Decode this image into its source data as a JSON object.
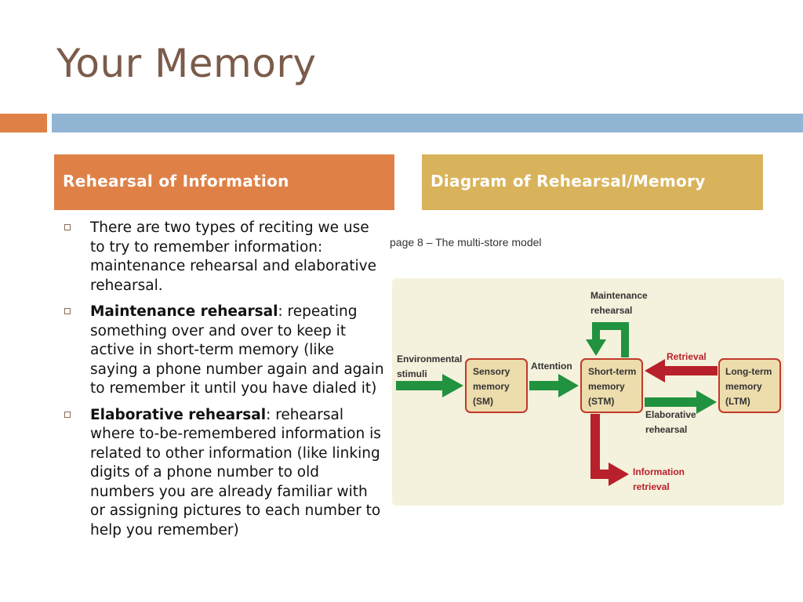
{
  "slide": {
    "title": "Your Memory"
  },
  "left_section": {
    "header": "Rehearsal of Information",
    "bullets": [
      {
        "term": "",
        "text": "There are two types of reciting we use to try to remember information: maintenance rehearsal and elaborative rehearsal."
      },
      {
        "term": "Maintenance rehearsal",
        "text": ":  repeating something over and over to keep it active in short-term  memory (like saying a phone number again and again to remember it until you have dialed it)"
      },
      {
        "term": "Elaborative rehearsal",
        "text": ": rehearsal where to-be-remembered information is related to other information (like linking digits of a phone number to old numbers you are already familiar with or assigning pictures to each number to help you remember)"
      }
    ]
  },
  "right_section": {
    "header": "Diagram of Rehearsal/Memory",
    "caption": "page 8 – The multi-store model",
    "diagram": {
      "input": [
        "Environmental",
        "stimuli"
      ],
      "boxes": {
        "sensory": [
          "Sensory",
          "memory",
          "(SM)"
        ],
        "stm": [
          "Short-term",
          "memory",
          "(STM)"
        ],
        "ltm": [
          "Long-term",
          "memory",
          "(LTM)"
        ]
      },
      "labels": {
        "attention": "Attention",
        "maintenance": [
          "Maintenance",
          "rehearsal"
        ],
        "retrieval": "Retrieval",
        "elaborative": [
          "Elaborative",
          "rehearsal"
        ],
        "information_retrieval": [
          "Information",
          "retrieval"
        ]
      },
      "colors": {
        "panel": "#f4f1dc",
        "box_fill": "#eddcac",
        "box_border": "#c0392b",
        "green_arrow": "#21923f",
        "red_arrow": "#b8202b",
        "label_dark": "#333333",
        "label_red": "#b8202b"
      }
    }
  }
}
